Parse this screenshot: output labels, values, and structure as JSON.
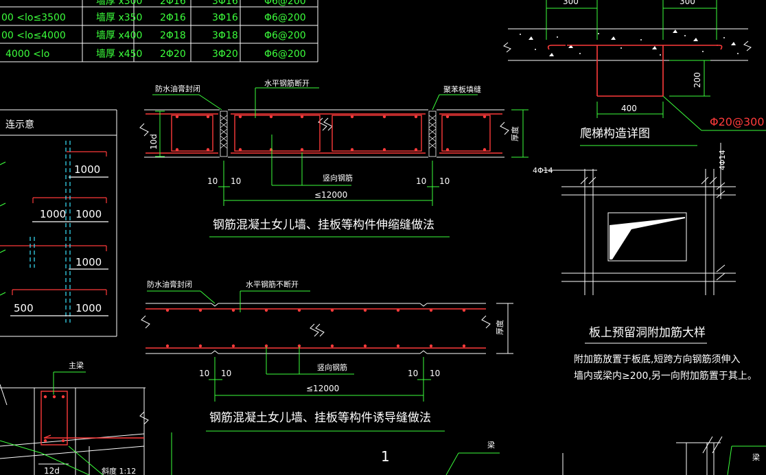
{
  "table": {
    "rows": [
      {
        "c1": "",
        "c2": "墙厚 x300",
        "c3": "2Φ16",
        "c4": "3Φ16",
        "c5": "Φ6@200"
      },
      {
        "c1": "00 <lo≤3500",
        "c2": "墙厚 x350",
        "c3": "2Φ16",
        "c4": "3Φ16",
        "c5": "Φ6@200"
      },
      {
        "c1": "00 <lo≤4000",
        "c2": "墙厚 x400",
        "c3": "2Φ18",
        "c4": "3Φ18",
        "c5": "Φ6@200"
      },
      {
        "c1": "4000 <lo",
        "c2": "墙厚 x450",
        "c3": "2Φ20",
        "c4": "3Φ20",
        "c5": "Φ6@200"
      }
    ]
  },
  "left_panel": {
    "title": "连示意",
    "dims": [
      "1000",
      "1000",
      "1000",
      "1000",
      "500",
      "1000"
    ]
  },
  "detail_top": {
    "label_left": "防水油膏封闭",
    "label_mid": "水平钢筋断开",
    "label_right": "聚苯板填缝",
    "label_vertical": "竖向钢筋",
    "dim_height": "10d",
    "dim_thickness": "厚度",
    "dim_10a": "10",
    "dim_10b": "10",
    "dim_10c": "10",
    "dim_10d": "10",
    "dim_span": "≤12000",
    "caption": "钢筋混凝土女儿墙、挂板等构件伸缩缝做法"
  },
  "detail_bottom": {
    "label_left": "防水油膏封闭",
    "label_mid": "水平钢筋不断开",
    "label_vertical": "竖向钢筋",
    "dim_thickness": "厚度",
    "dim_10a": "10",
    "dim_10b": "10",
    "dim_10c": "10",
    "dim_10d": "10",
    "dim_span": "≤12000",
    "caption": "钢筋混凝土女儿墙、挂板等构件诱导缝做法"
  },
  "ladder": {
    "dim_300a": "300",
    "dim_300b": "300",
    "dim_200": "200",
    "dim_400": "400",
    "bar_spec": "Φ20@300",
    "caption": "爬梯构造详图"
  },
  "opening": {
    "bars_h": "4Φ14",
    "bars_v": "4Φ14",
    "caption": "板上预留洞附加筋大样",
    "note_line1": "附加筋放置于板底,短跨方向钢筋须伸入",
    "note_line2": "墙内或梁内≥200,另一向附加筋置于其上。"
  },
  "beam_detail": {
    "label_beam": "主梁",
    "dim_12d": "12d",
    "slope": "斜度 1:12"
  },
  "misc": {
    "label_beam2": "梁",
    "label_beam3": "梁",
    "index_1": "1"
  },
  "colors": {
    "background": "#000000",
    "line_white": "#ffffff",
    "line_green": "#3cff3c",
    "rebar_red": "#ff3b3b",
    "cyan": "#38e6ff"
  }
}
